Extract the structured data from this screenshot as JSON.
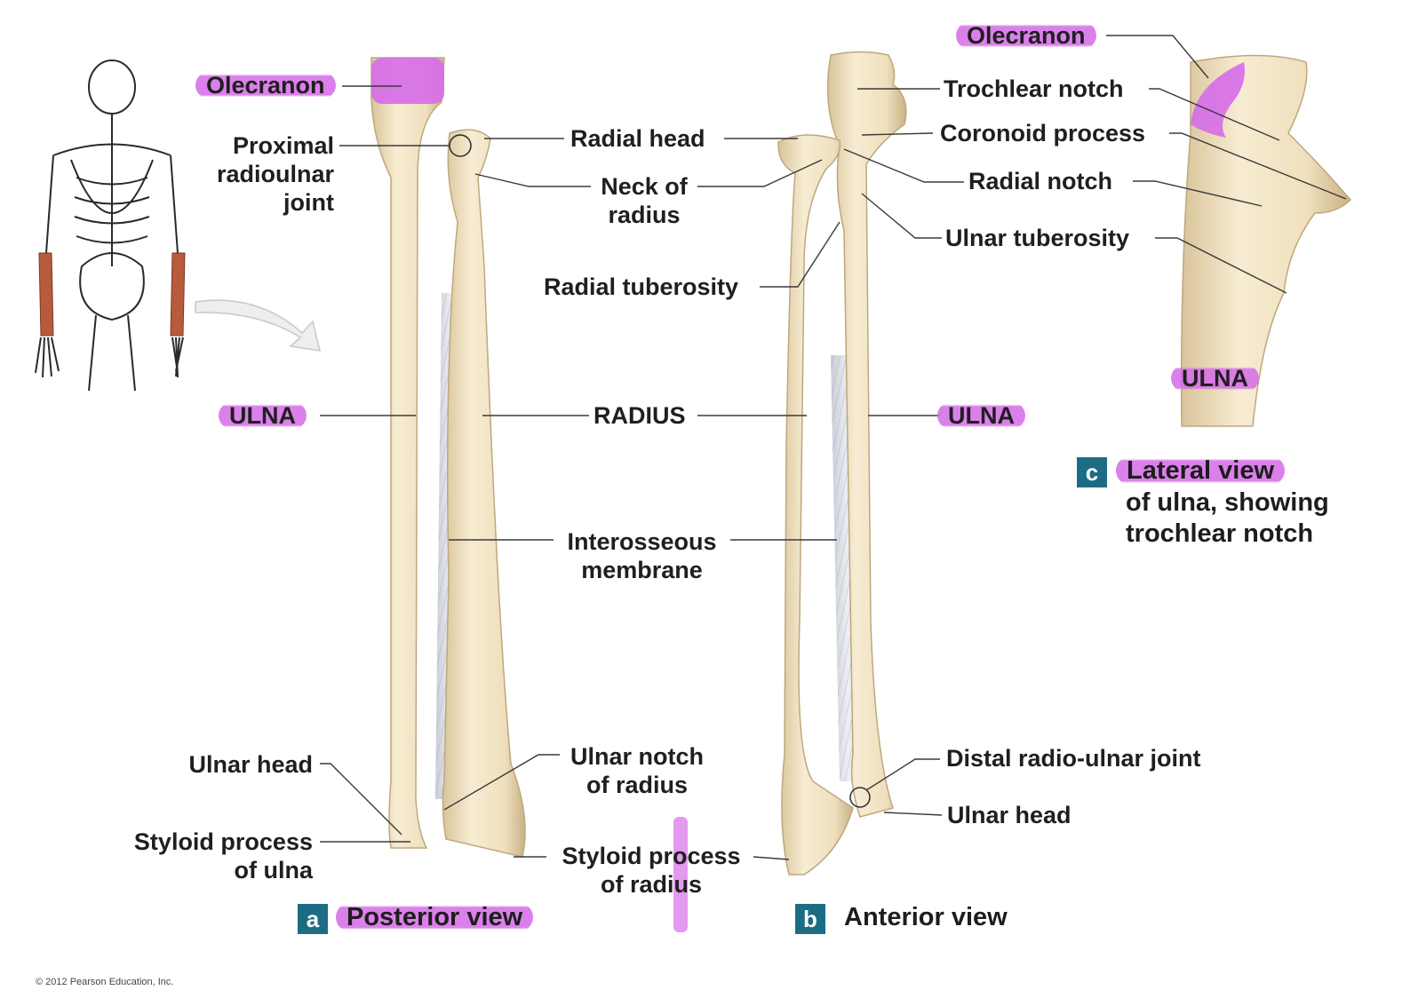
{
  "colors": {
    "highlight": "#d66ee8",
    "badge": "#1c6c84",
    "bone": "#f3e6c6",
    "bone_shade": "#d8c399",
    "muscle": "#b85a3c",
    "leader_line": "#3a3a3a"
  },
  "labels": {
    "olecranon_a": "Olecranon",
    "proximal_joint": [
      "Proximal",
      "radioulnar",
      "joint"
    ],
    "radial_head": "Radial head",
    "neck_of_radius": [
      "Neck of",
      "radius"
    ],
    "radial_tuberosity": "Radial tuberosity",
    "ulna_a": "ULNA",
    "radius": "RADIUS",
    "ulna_b": "ULNA",
    "interosseous": [
      "Interosseous",
      "membrane"
    ],
    "ulnar_head_a": "Ulnar head",
    "styloid_ulna": [
      "Styloid process",
      "of ulna"
    ],
    "ulnar_notch": [
      "Ulnar notch",
      "of radius"
    ],
    "styloid_radius": [
      "Styloid process",
      "of radius"
    ],
    "trochlear_notch": "Trochlear notch",
    "coronoid_process": "Coronoid process",
    "radial_notch": "Radial notch",
    "ulnar_tuberosity": "Ulnar tuberosity",
    "olecranon_c": "Olecranon",
    "ulna_c": "ULNA",
    "distal_joint": "Distal radio-ulnar joint",
    "ulnar_head_b": "Ulnar head"
  },
  "views": {
    "a": {
      "badge": "a",
      "title": "Posterior view"
    },
    "b": {
      "badge": "b",
      "title": "Anterior view"
    },
    "c": {
      "badge": "c",
      "title_highlighted": "Lateral view",
      "title_rest": [
        "of ulna, showing",
        "trochlear notch"
      ]
    }
  },
  "copyright": "© 2012 Pearson Education, Inc.",
  "icons": [
    "skeleton-figure",
    "curved-arrow",
    "forearm-posterior",
    "forearm-anterior",
    "ulna-lateral"
  ]
}
